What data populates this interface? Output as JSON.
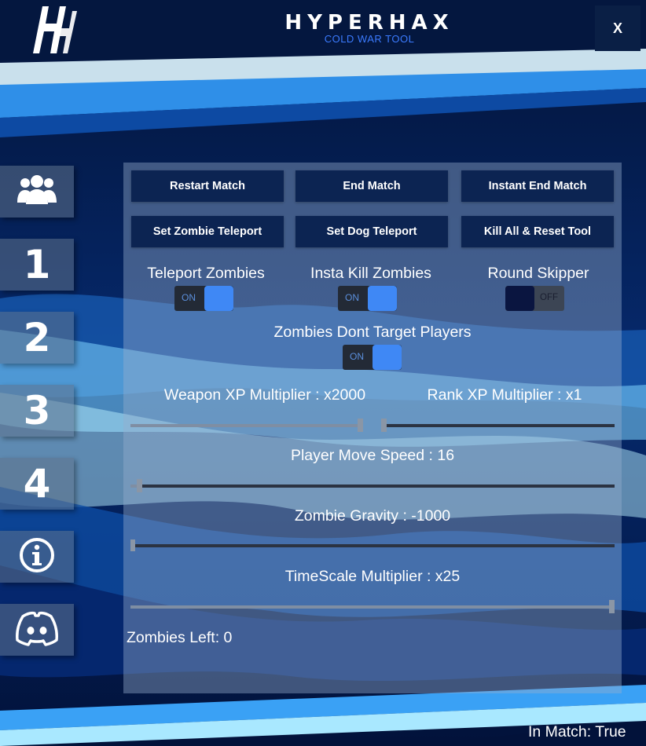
{
  "app": {
    "title": "HYPERHAX",
    "subtitle": "COLD WAR TOOL",
    "close_label": "X"
  },
  "sidebar": {
    "items": [
      {
        "icon": "users-icon"
      },
      {
        "label": "1"
      },
      {
        "label": "2"
      },
      {
        "label": "3"
      },
      {
        "label": "4"
      },
      {
        "icon": "info-icon"
      },
      {
        "icon": "discord-icon"
      }
    ]
  },
  "buttons": {
    "restart_match": "Restart Match",
    "end_match": "End Match",
    "instant_end_match": "Instant End Match",
    "set_zombie_teleport": "Set Zombie Teleport",
    "set_dog_teleport": "Set Dog Teleport",
    "kill_all_reset": "Kill All & Reset Tool"
  },
  "toggles": {
    "teleport_zombies": {
      "label": "Teleport Zombies",
      "state": "ON"
    },
    "insta_kill": {
      "label": "Insta Kill Zombies",
      "state": "ON"
    },
    "round_skipper": {
      "label": "Round Skipper",
      "state": "OFF"
    },
    "zombies_dont_target": {
      "label": "Zombies Dont Target Players",
      "state": "ON"
    }
  },
  "sliders": {
    "weapon_xp": {
      "label": "Weapon XP Multiplier : x2000",
      "fraction": 1.0
    },
    "rank_xp": {
      "label": "Rank XP Multiplier : x1",
      "fraction": 0.0
    },
    "move_speed": {
      "label": "Player Move Speed : 16",
      "fraction": 0.02
    },
    "zombie_gravity": {
      "label": "Zombie Gravity : -1000",
      "fraction": 0.0
    },
    "timescale": {
      "label": "TimeScale Multiplier : x25",
      "fraction": 1.0
    }
  },
  "status": {
    "zombies_left": "Zombies Left: 0",
    "in_match": "In Match: True"
  },
  "colors": {
    "accent": "#3f88f5",
    "button_bg": "#0c2452",
    "subtitle": "#3b7bff"
  }
}
